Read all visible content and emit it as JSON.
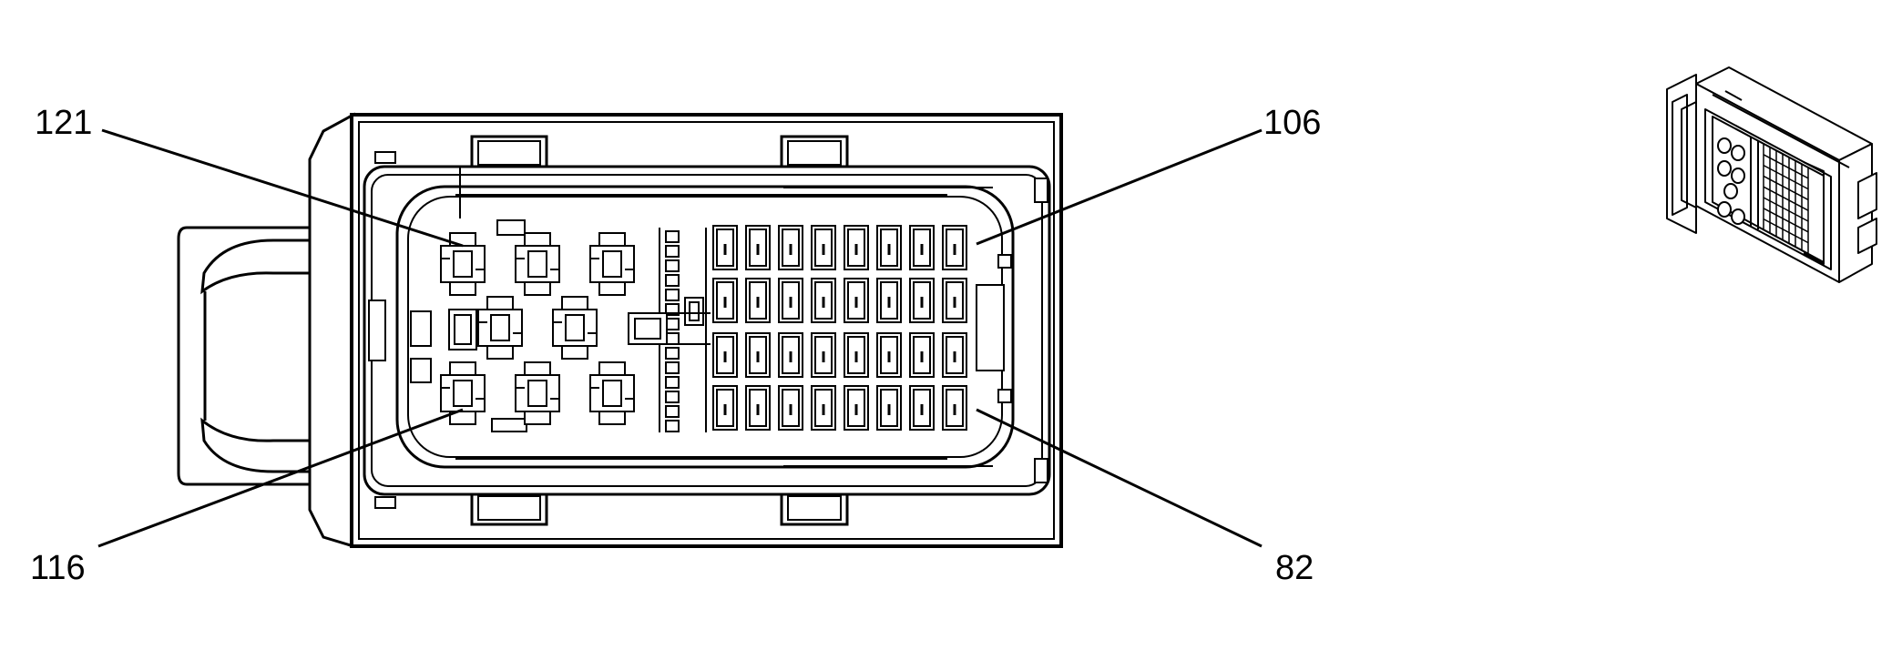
{
  "diagram": {
    "callouts": {
      "top_left": "121",
      "bottom_left": "116",
      "top_right": "106",
      "bottom_right": "82"
    },
    "colors": {
      "line": "#000000",
      "background": "#ffffff",
      "fill": "#ffffff"
    }
  }
}
